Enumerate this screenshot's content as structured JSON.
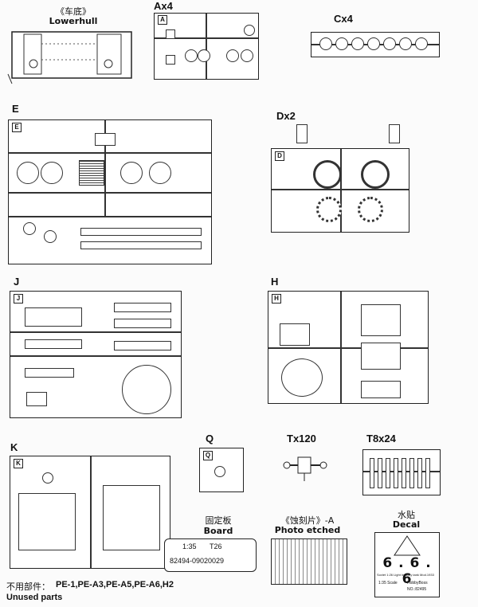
{
  "lowerhull": {
    "cn": "《车底》",
    "en": "Lowerhull"
  },
  "ax4": {
    "label": "Ax4",
    "tab": "A"
  },
  "cx4": {
    "label": "Cx4"
  },
  "e": {
    "label": "E",
    "tab": "E"
  },
  "dx2": {
    "label": "Dx2",
    "tab": "D"
  },
  "j": {
    "label": "J",
    "tab": "J"
  },
  "h": {
    "label": "H",
    "tab": "H"
  },
  "k": {
    "label": "K",
    "tab": "K"
  },
  "q": {
    "label": "Q",
    "tab": "Q"
  },
  "tx120": {
    "label": "Tx120"
  },
  "t8x24": {
    "label": "T8x24"
  },
  "board": {
    "cn": "固定板",
    "en": "Board",
    "scale": "1:35",
    "model": "T26",
    "code": "82494-09020029"
  },
  "photo": {
    "cn": "《蚀刻片》-A",
    "en": "Photo etched"
  },
  "decal": {
    "cn": "水贴",
    "en": "Decal",
    "numbers": "6 . 6 . 6",
    "line1": "Soviet 1:26 Light Infantry tank Mod.1933",
    "scale": "1:35 Scale",
    "brand": "HobbyBoss",
    "no": "NO.:82495"
  },
  "unused": {
    "cn": "不用部件：",
    "parts": "PE-1,PE-A3,PE-A5,PE-A6,H2",
    "en": "Unused parts"
  }
}
